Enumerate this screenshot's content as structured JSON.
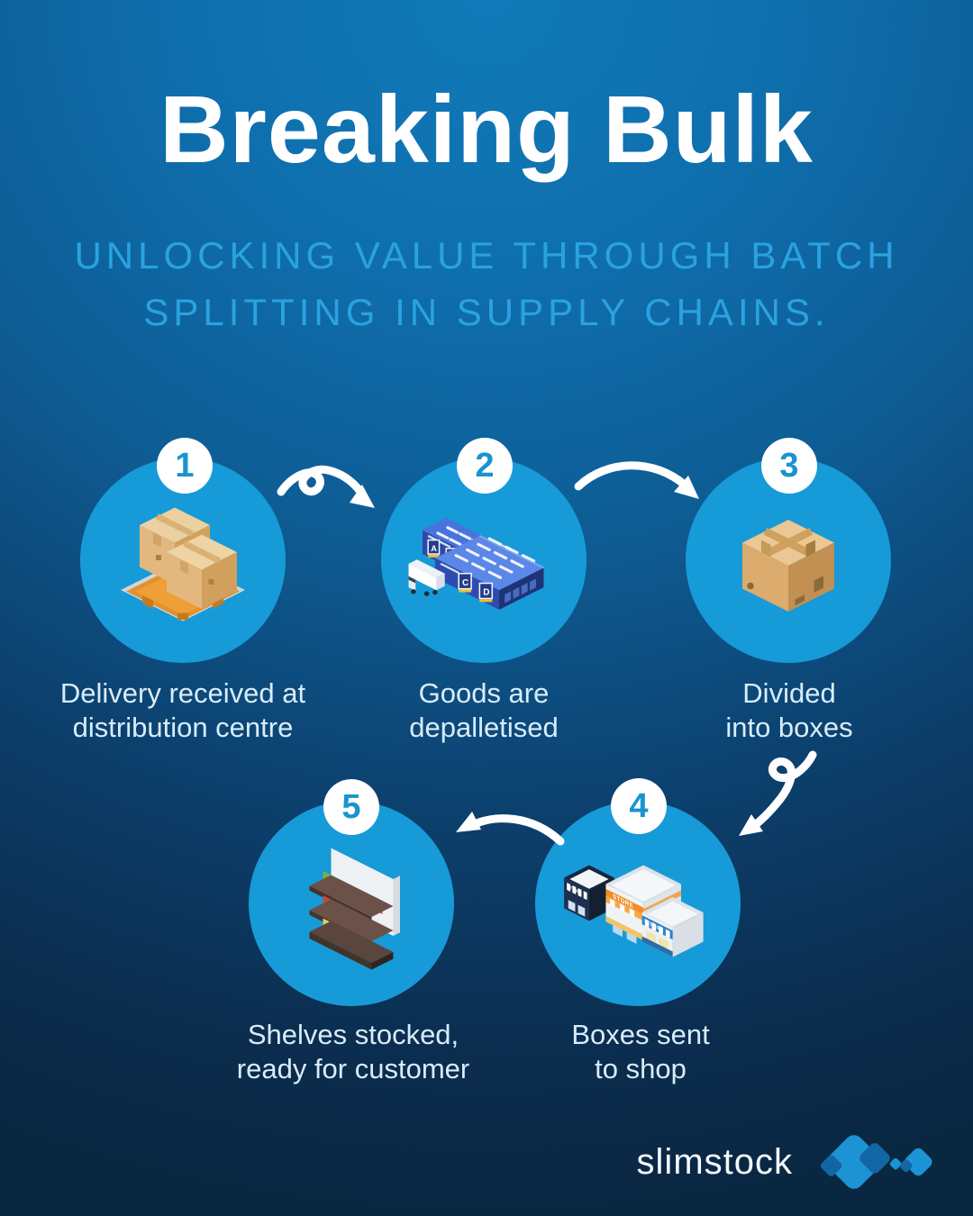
{
  "header": {
    "title": "Breaking Bulk",
    "subtitle": "UNLOCKING VALUE THROUGH BATCH\nSPLITTING IN SUPPLY CHAINS."
  },
  "steps": [
    {
      "number": "1",
      "label": "Delivery received at\ndistribution centre",
      "icon": "pallet-boxes-icon"
    },
    {
      "number": "2",
      "label": "Goods are\ndepalletised",
      "icon": "warehouse-icon"
    },
    {
      "number": "3",
      "label": "Divided\ninto boxes",
      "icon": "cardboard-box-icon"
    },
    {
      "number": "4",
      "label": "Boxes sent\nto shop",
      "icon": "store-buildings-icon"
    },
    {
      "number": "5",
      "label": "Shelves stocked,\nready for customer",
      "icon": "stocked-shelf-icon"
    }
  ],
  "arrows": {
    "style": "hand-drawn curved white arrows",
    "sequence": [
      "step1-to-step2",
      "step2-to-step3",
      "step3-to-step4",
      "step4-to-step5"
    ]
  },
  "logo": {
    "text": "slimstock",
    "mark": "blue-diamonds-icon"
  },
  "colors": {
    "background_top": "#117ab8",
    "background_bottom": "#0a2742",
    "title": "#ffffff",
    "subtitle": "#2aa2e0",
    "circle": "#179ad8",
    "badge_bg": "#ffffff",
    "badge_number": "#1a93d0",
    "label": "#d8ecf8",
    "arrow": "#ffffff",
    "logo_blue": "#1c93d4",
    "logo_dark_blue": "#1366a4"
  }
}
